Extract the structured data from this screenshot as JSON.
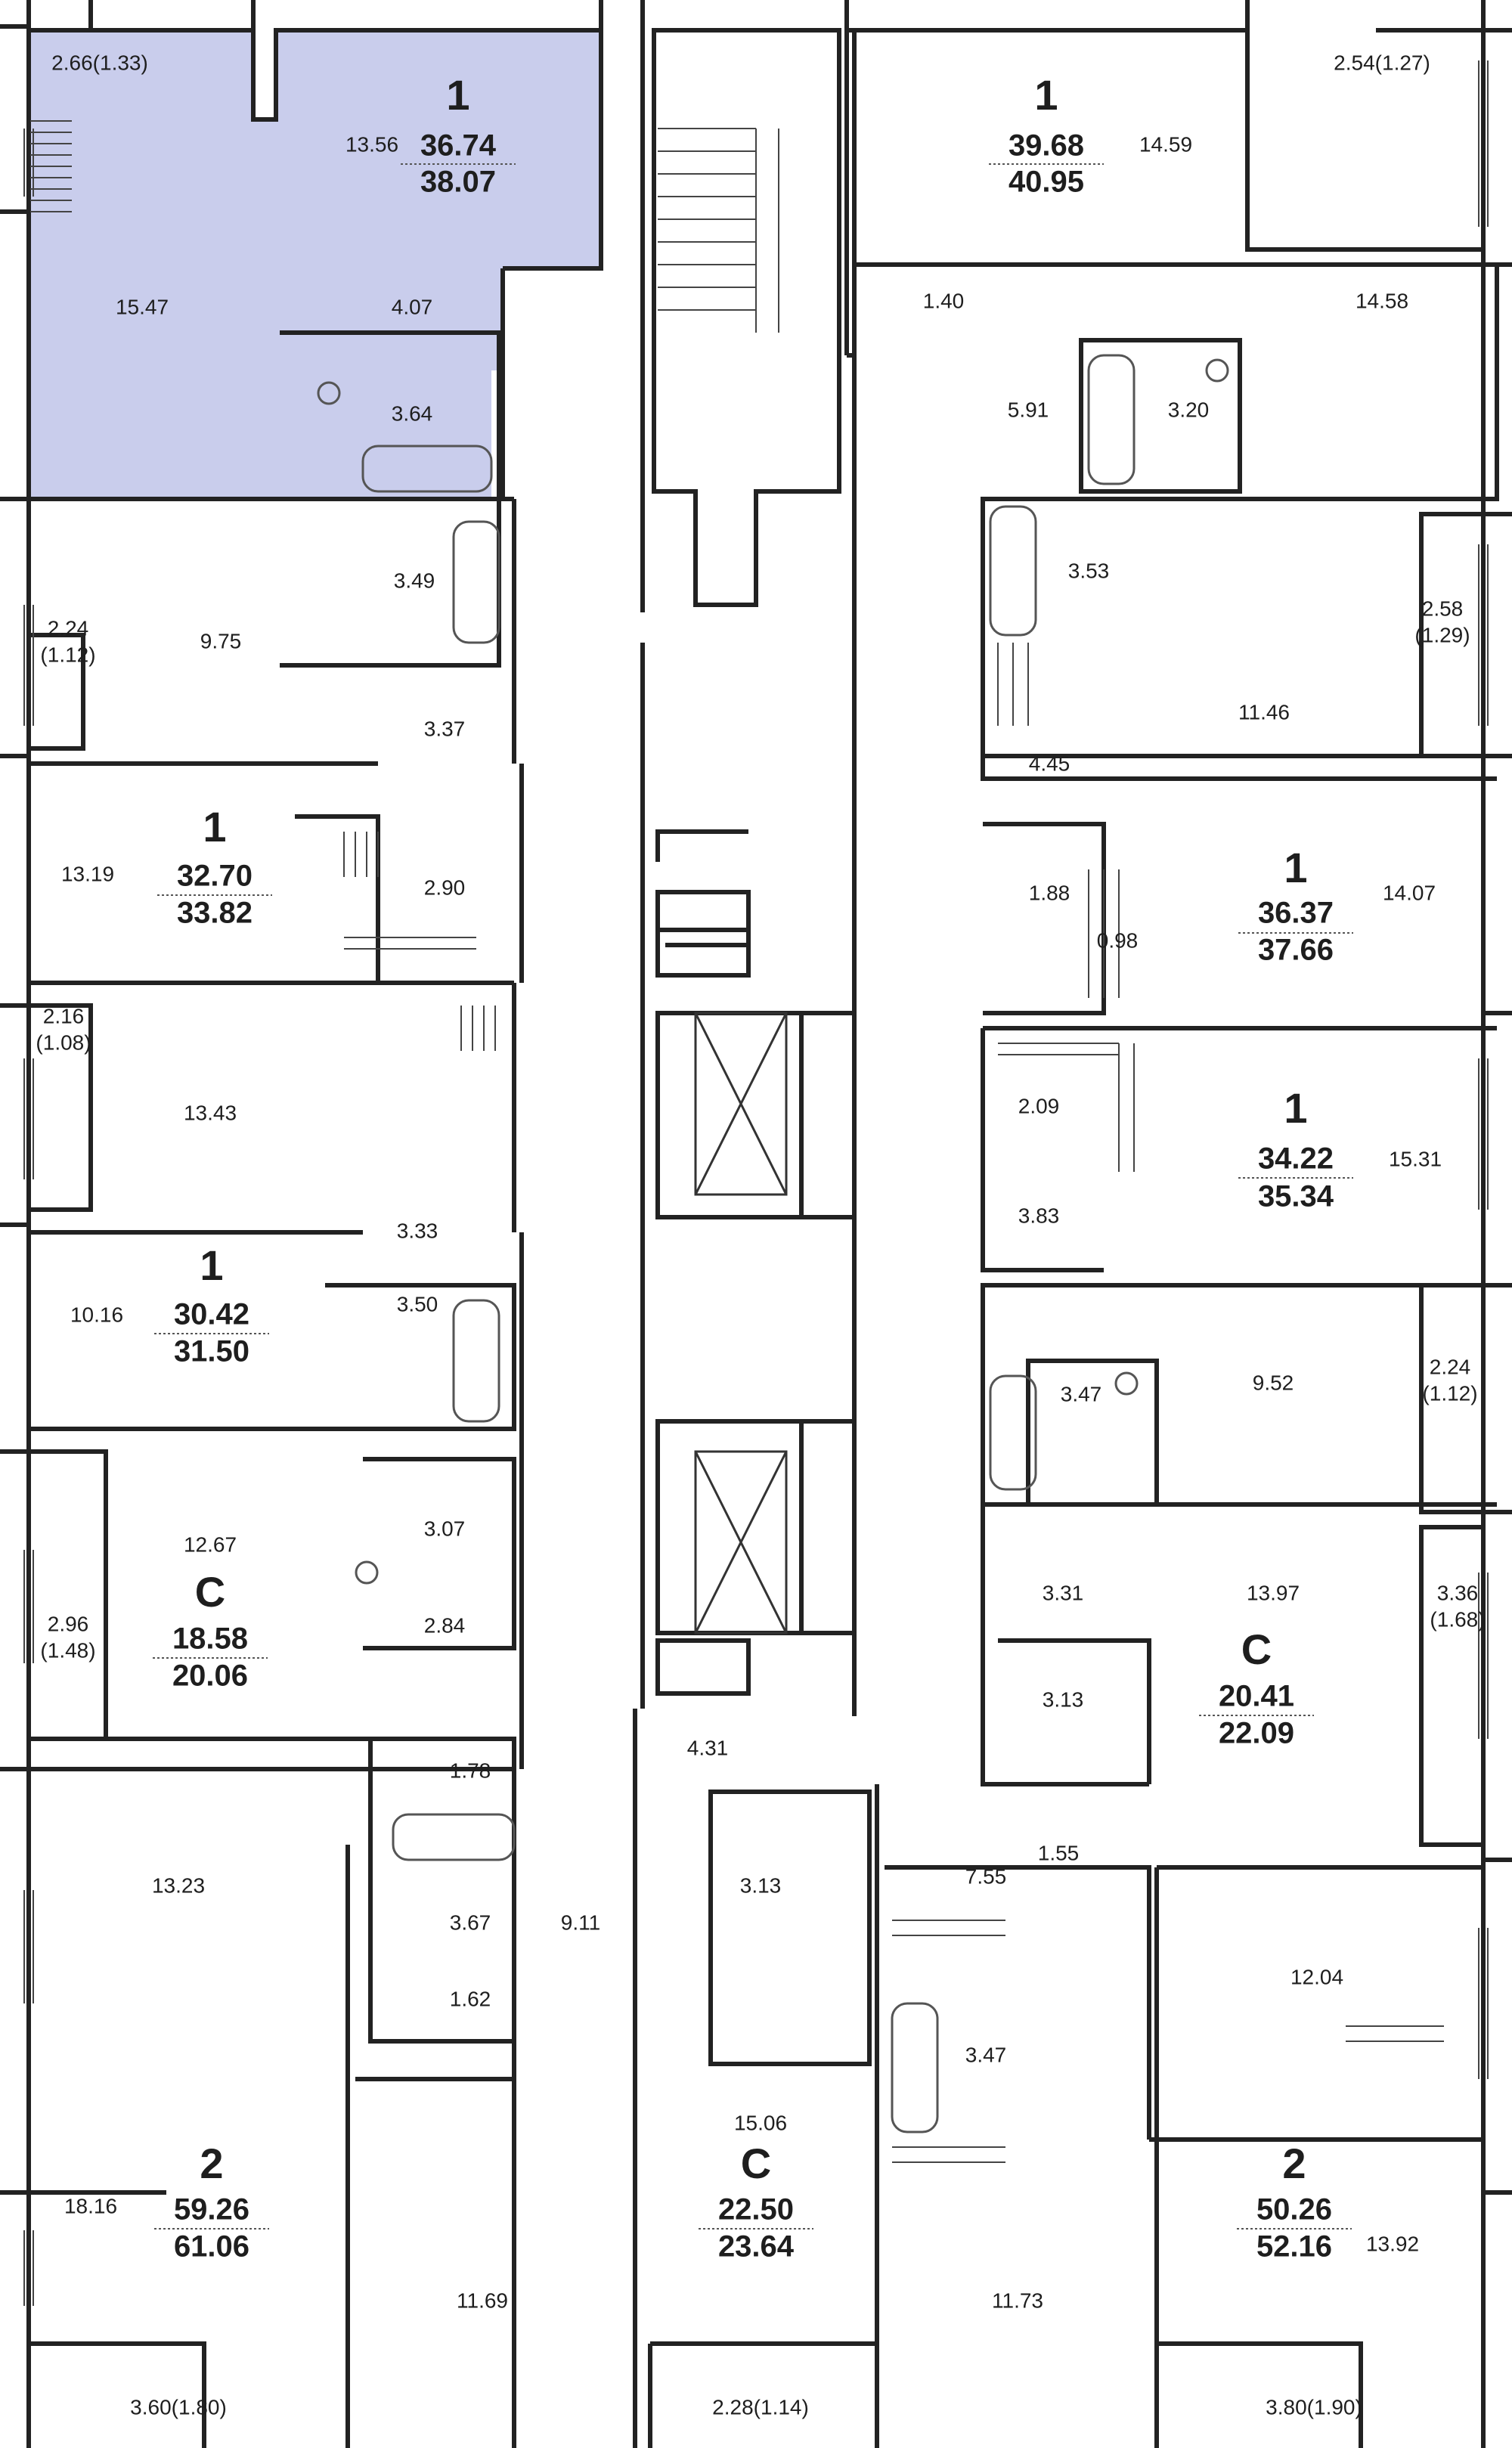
{
  "colors": {
    "wall": "#222222",
    "highlight": "#c9cdec",
    "fixture": "#555555",
    "background": "#ffffff"
  },
  "units": [
    {
      "id": "u1",
      "type": "1",
      "area_living": "36.74",
      "area_total": "38.07",
      "highlighted": true
    },
    {
      "id": "u2",
      "type": "1",
      "area_living": "39.68",
      "area_total": "40.95",
      "highlighted": false
    },
    {
      "id": "u3",
      "type": "1",
      "area_living": "32.70",
      "area_total": "33.82",
      "highlighted": false
    },
    {
      "id": "u4",
      "type": "1",
      "area_living": "36.37",
      "area_total": "37.66",
      "highlighted": false
    },
    {
      "id": "u5",
      "type": "1",
      "area_living": "34.22",
      "area_total": "35.34",
      "highlighted": false
    },
    {
      "id": "u6",
      "type": "1",
      "area_living": "30.42",
      "area_total": "31.50",
      "highlighted": false
    },
    {
      "id": "u7",
      "type": "C",
      "area_living": "18.58",
      "area_total": "20.06",
      "highlighted": false
    },
    {
      "id": "u8",
      "type": "C",
      "area_living": "20.41",
      "area_total": "22.09",
      "highlighted": false
    },
    {
      "id": "u9",
      "type": "2",
      "area_living": "59.26",
      "area_total": "61.06",
      "highlighted": false
    },
    {
      "id": "u10",
      "type": "C",
      "area_living": "22.50",
      "area_total": "23.64",
      "highlighted": false
    },
    {
      "id": "u11",
      "type": "2",
      "area_living": "50.26",
      "area_total": "52.16",
      "highlighted": false
    }
  ],
  "rooms": [
    "2.66(1.33)",
    "13.56",
    "15.47",
    "4.07",
    "3.64",
    "14.59",
    "2.54(1.27)",
    "14.58",
    "1.40",
    "5.91",
    "3.20",
    "9.75",
    "3.49",
    "2.24",
    "(1.12)",
    "3.37",
    "13.19",
    "2.90",
    "3.53",
    "2.58",
    "(1.29)",
    "11.46",
    "4.45",
    "1.88",
    "0.98",
    "14.07",
    "2.16",
    "(1.08)",
    "13.43",
    "3.33",
    "10.16",
    "3.50",
    "2.09",
    "15.31",
    "3.83",
    "9.52",
    "2.24",
    "(1.12)",
    "3.47",
    "12.67",
    "3.07",
    "2.96",
    "(1.48)",
    "2.84",
    "3.31",
    "13.97",
    "3.36",
    "(1.68)",
    "3.13",
    "1.78",
    "13.23",
    "9.11",
    "3.67",
    "1.62",
    "18.16",
    "11.69",
    "3.60(1.80)",
    "4.31",
    "3.13",
    "15.06",
    "2.28(1.14)",
    "1.55",
    "7.55",
    "12.04",
    "3.47",
    "11.73",
    "13.92",
    "3.80(1.90)"
  ]
}
